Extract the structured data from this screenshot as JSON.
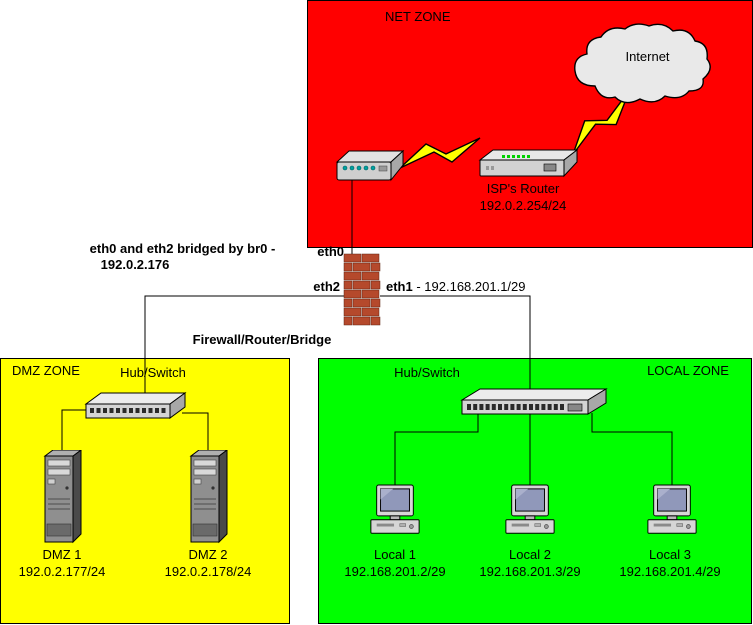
{
  "diagram": {
    "zones": {
      "net": {
        "label": "NET ZONE",
        "color": "#ff0000"
      },
      "dmz": {
        "label": "DMZ ZONE",
        "color": "#ffff00"
      },
      "local": {
        "label": "LOCAL ZONE",
        "color": "#00ff00"
      }
    },
    "internet": {
      "label": "Internet"
    },
    "isp_router": {
      "name": "ISP's Router",
      "ip": "192.0.2.254/24"
    },
    "firewall": {
      "label": "Firewall/Router/Bridge",
      "eth0": "eth0",
      "eth2": "eth2",
      "eth1": "eth1",
      "eth1_ip": " - 192.168.201.1/29",
      "bridge_note_line1": "eth0 and eth2 bridged by br0 -",
      "bridge_note_line2": "192.0.2.176"
    },
    "dmz": {
      "hub_label": "Hub/Switch",
      "hosts": [
        {
          "name": "DMZ 1",
          "ip": "192.0.2.177/24"
        },
        {
          "name": "DMZ 2",
          "ip": "192.0.2.178/24"
        }
      ]
    },
    "local": {
      "hub_label": "Hub/Switch",
      "hosts": [
        {
          "name": "Local 1",
          "ip": "192.168.201.2/29"
        },
        {
          "name": "Local 2",
          "ip": "192.168.201.3/29"
        },
        {
          "name": "Local 3",
          "ip": "192.168.201.4/29"
        }
      ]
    },
    "colors": {
      "lightning": "#ffff00",
      "brick": "#b5492c"
    }
  }
}
